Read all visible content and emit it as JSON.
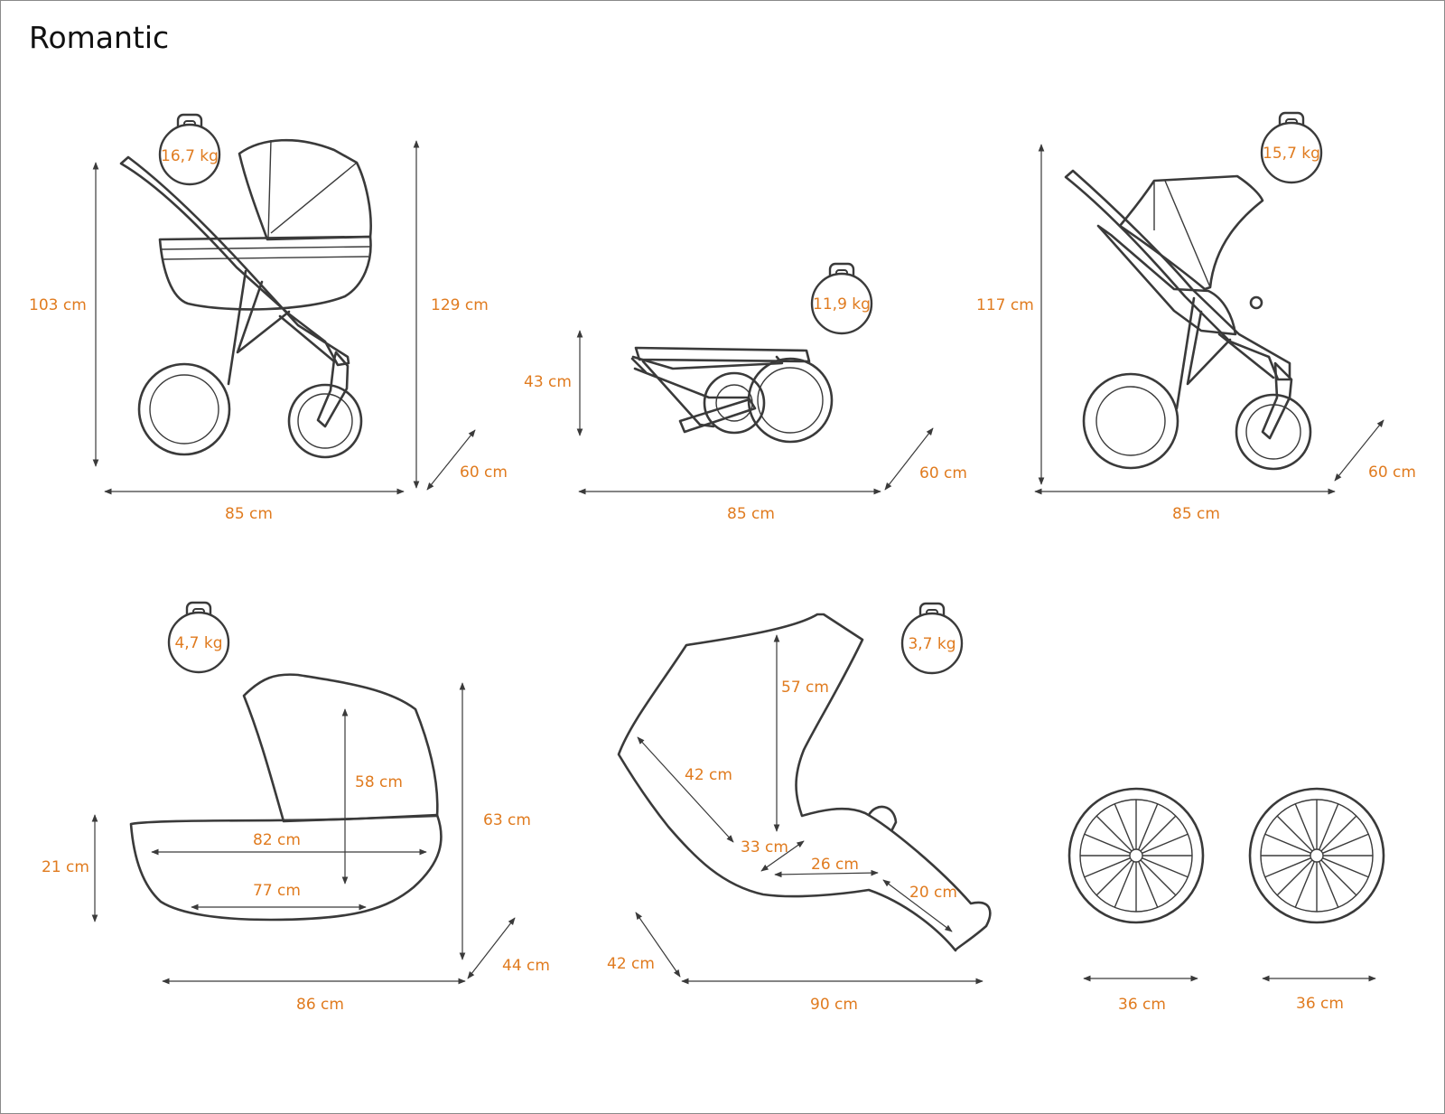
{
  "title": "Romantic",
  "colors": {
    "accent": "#e07b1f",
    "line": "#3a3a3a"
  },
  "stroller": {
    "weight": "16,7 kg",
    "height_handle": "103 cm",
    "height_total": "129 cm",
    "depth": "60 cm",
    "length": "85 cm"
  },
  "folded": {
    "weight": "11,9 kg",
    "height": "43 cm",
    "depth": "60 cm",
    "length": "85 cm"
  },
  "sport": {
    "weight": "15,7 kg",
    "height": "117 cm",
    "depth": "60 cm",
    "length": "85 cm"
  },
  "carrycot": {
    "weight": "4,7 kg",
    "side_height": "21 cm",
    "hood_height": "58 cm",
    "inner_top": "82 cm",
    "inner_bottom": "77 cm",
    "total_height": "63 cm",
    "depth": "44 cm",
    "length": "86 cm"
  },
  "seat": {
    "weight": "3,7 kg",
    "back_height": "57 cm",
    "back_length": "42 cm",
    "seat_depth": "33 cm",
    "seat_length": "26 cm",
    "footrest": "20 cm",
    "width": "42 cm",
    "length": "90 cm"
  },
  "wheels": {
    "front_diameter": "36 cm",
    "rear_diameter": "36 cm"
  }
}
